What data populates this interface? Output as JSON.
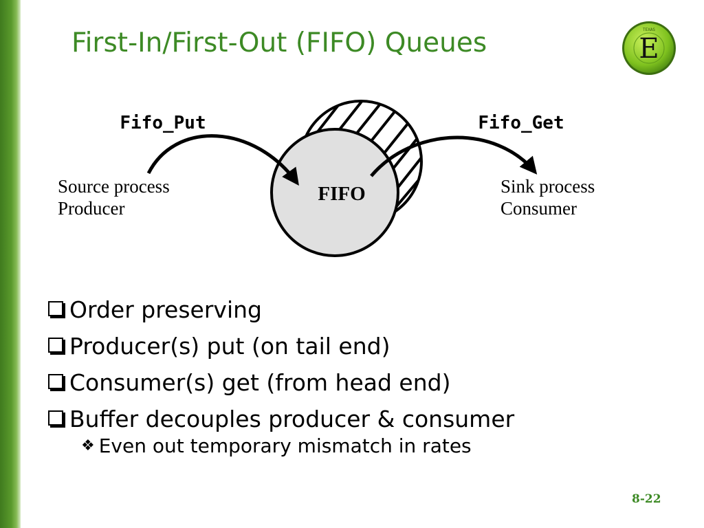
{
  "slide": {
    "title": "First-In/First-Out (FIFO) Queues",
    "page_number": "8-22"
  },
  "logo": {
    "letter": "E",
    "top_text": "TEXAS",
    "icon": "texas-e-seal"
  },
  "diagram": {
    "put_label": "Fifo_Put",
    "get_label": "Fifo_Get",
    "fifo_label": "FIFO",
    "source_line1": "Source process",
    "source_line2": "Producer",
    "sink_line1": "Sink process",
    "sink_line2": "Consumer"
  },
  "bullets": [
    "Order preserving",
    "Producer(s) put (on tail end)",
    "Consumer(s) get (from head end)",
    "Buffer decouples producer & consumer"
  ],
  "sub_bullet": "Even out temporary mismatch in rates",
  "colors": {
    "title": "#3d8a25",
    "sidebar": "#5a9a2c",
    "fifo_fill": "#e0e0e0"
  }
}
